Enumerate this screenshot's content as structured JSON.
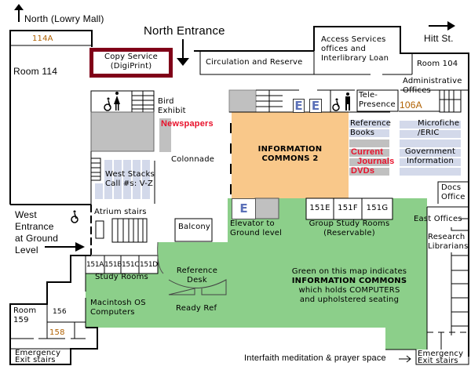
{
  "colors": {
    "info_commons_green": "#8CCF8A",
    "info_commons_2_orange": "#F9C88A",
    "shelving_blue": "#D3D9EA",
    "gray_block": "#C0C0C0",
    "copy_service_border": "#800018",
    "highlight_red": "#E8102A",
    "elevator_blue": "#5B70B8"
  },
  "compass": {
    "north": "North (Lowry Mall)",
    "north_entrance": "North Entrance",
    "east": "Hitt St.",
    "west_entrance": [
      "West",
      "Entrance",
      "at Ground",
      "Level"
    ]
  },
  "rooms": {
    "r114a": "114A",
    "r114": "Room 114",
    "copy_service": [
      "Copy Service",
      "(DigiPrint)"
    ],
    "circulation": "Circulation and Reserve",
    "access_services": [
      "Access Services",
      "offices and",
      "Interlibrary Loan"
    ],
    "r104": "Room 104",
    "admin_offices": [
      "Administrative",
      "Offices"
    ],
    "r106a": "106A",
    "telepresence": [
      "Tele-",
      "Presence"
    ],
    "bird_exhibit": [
      "Bird",
      "Exhibit"
    ],
    "newspapers": "Newspapers",
    "colonnade": "Colonnade",
    "west_stacks": [
      "West Stacks",
      "Call #s: V-Z"
    ],
    "info_commons_2": [
      "INFORMATION",
      "COMMONS 2"
    ],
    "reference_books": [
      "Reference",
      "Books"
    ],
    "current_journals": [
      "Current",
      "Journals"
    ],
    "dvds": "DVDs",
    "microfiche": [
      "Microfiche",
      "/ERIC"
    ],
    "gov_info": [
      "Government",
      "Information"
    ],
    "docs_office": [
      "Docs",
      "Office"
    ],
    "atrium_stairs": "Atrium stairs",
    "balcony": "Balcony",
    "elevator_label": [
      "Elevator to",
      "Ground level"
    ],
    "elevator_letter": "E",
    "group_rooms": [
      "151E",
      "151F",
      "151G"
    ],
    "group_rooms_label": [
      "Group Study Rooms",
      "(Reservable)"
    ],
    "east_offices": "East Offices",
    "research_librarians": [
      "Research",
      "Librarians"
    ],
    "study_rooms": [
      "151A",
      "151B",
      "151C",
      "151D"
    ],
    "study_rooms_label": "Study Rooms",
    "reference_desk": [
      "Reference",
      "Desk"
    ],
    "ready_ref": "Ready Ref",
    "mac_computers": [
      "Macintosh OS",
      "Computers"
    ],
    "r159": [
      "Room",
      "159"
    ],
    "r156": "156",
    "r158": "158",
    "emergency_exit": [
      "Emergency",
      "Exit stairs"
    ],
    "interfaith": "Interfaith meditation & prayer space"
  },
  "legend": [
    "Green on this map indicates",
    "INFORMATION COMMONS",
    "which holds COMPUTERS",
    "and upholstered seating"
  ]
}
